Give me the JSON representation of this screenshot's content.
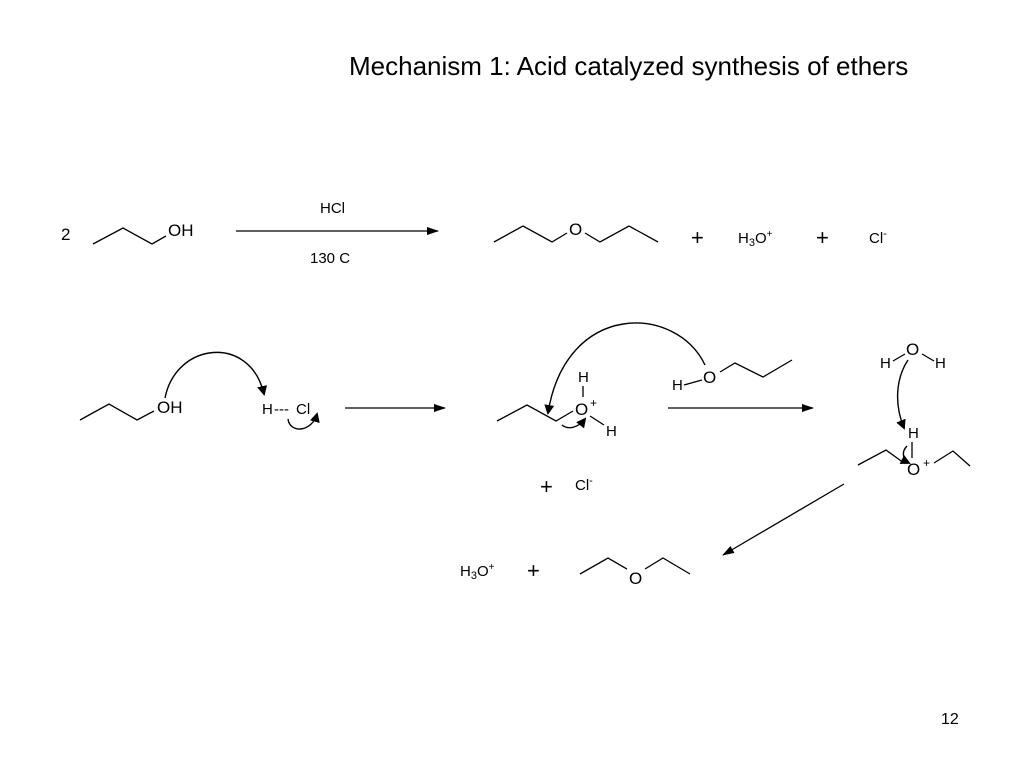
{
  "slide": {
    "title": "Mechanism 1: Acid catalyzed synthesis of ethers",
    "page_number": "12"
  },
  "overall_reaction": {
    "coefficient": "2",
    "reactant_oh": "OH",
    "reagent": "HCl",
    "condition": "130 C",
    "product_o": "O",
    "plus_1": "+",
    "h3o_main": "H",
    "h3o_sub": "3",
    "h3o_o": "O",
    "h3o_sup": "+",
    "plus_2": "+",
    "chloride": "Cl",
    "chloride_sup": "-"
  },
  "step1": {
    "alcohol_oh": "OH",
    "hcl_h": "H",
    "hcl_bond": "---",
    "hcl_cl": "Cl"
  },
  "step2": {
    "oxonium_h_top": "H",
    "oxonium_o": "O",
    "oxonium_sup": "+",
    "oxonium_h_right": "H",
    "plus": "+",
    "chloride": "Cl",
    "chloride_sup": "-",
    "nucleophile_h": "H",
    "nucleophile_o": "O"
  },
  "step3": {
    "water_h_left": "H",
    "water_o": "O",
    "water_h_right": "H",
    "protonated_ether_h": "H",
    "protonated_ether_o": "O",
    "protonated_ether_sup": "+"
  },
  "products": {
    "h3o_main": "H",
    "h3o_sub": "3",
    "h3o_o": "O",
    "h3o_sup": "+",
    "plus": "+",
    "ether_o": "O"
  }
}
